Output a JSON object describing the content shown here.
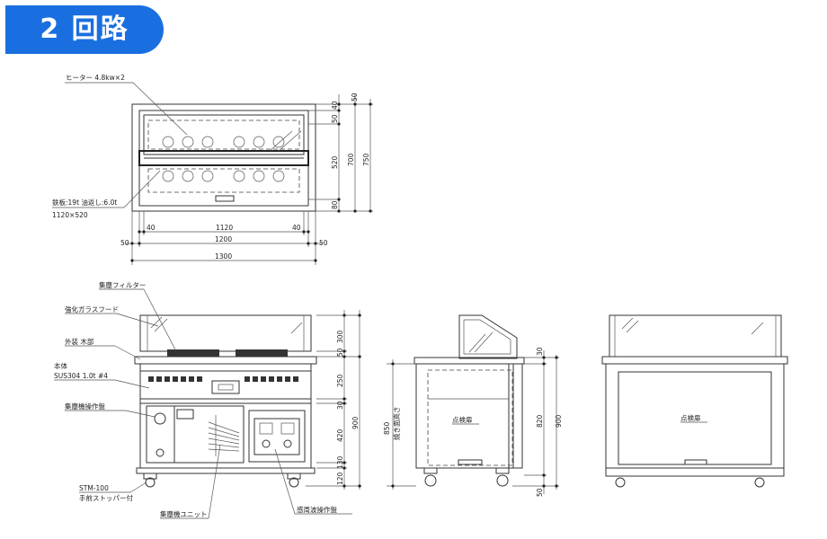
{
  "badge": {
    "text": "2 回路"
  },
  "top_view": {
    "heater_label": "ヒーター 4.8kw×2",
    "iron_plate_label": "鉄板:19t 油返し:6.0t",
    "iron_plate_size": "1120×520",
    "horiz_dims": {
      "d40a": "40",
      "d1120": "1120",
      "d40b": "40",
      "d50a": "50",
      "d1200": "1200",
      "d50b": "50",
      "d1300": "1300"
    },
    "vert_dims": {
      "d50": "50",
      "d40": "40",
      "d50b": "50",
      "d520": "520",
      "d700": "700",
      "d750": "750",
      "d80": "80"
    }
  },
  "front_view": {
    "labels": {
      "dust_filter": "集塵フィルター",
      "glass_hood": "強化ガラスフード",
      "exterior": "外装 木部",
      "body_1": "本体",
      "body_2": "SUS304 1.0t #4",
      "dust_panel": "集塵機操作盤",
      "stopper_1": "STM-100",
      "stopper_2": "手前ストッパー付",
      "dust_unit": "集塵機ユニット",
      "ih_panel": "感周波操作盤"
    },
    "dims": {
      "d300": "300",
      "d50": "50",
      "d250": "250",
      "d30": "30",
      "d420": "420",
      "d130": "130",
      "d120": "120",
      "d900": "900"
    }
  },
  "side_view": {
    "door_label": "点検扉",
    "height_label_1": "850",
    "height_label_2": "焼き面高さ",
    "dims": {
      "d30": "30",
      "d820": "820",
      "d900": "900",
      "d50": "50"
    }
  },
  "back_view": {
    "door_label": "点検扉"
  }
}
